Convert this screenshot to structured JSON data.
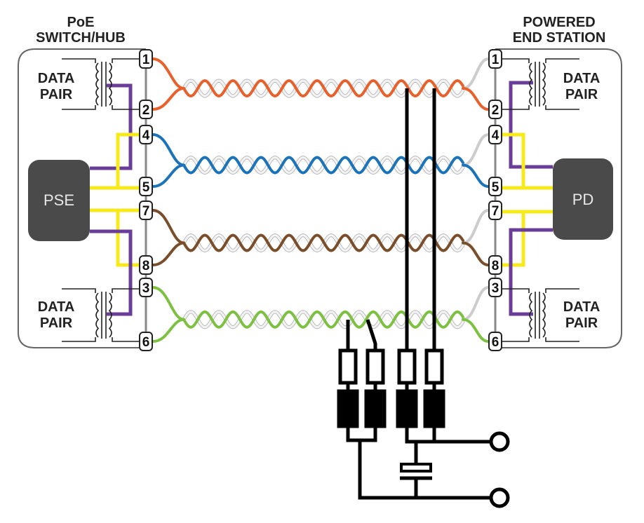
{
  "left_device": {
    "title_line1": "PoE",
    "title_line2": "SWITCH/HUB",
    "controller_label": "PSE",
    "data_pair_top": [
      "DATA",
      "PAIR"
    ],
    "data_pair_bottom": [
      "DATA",
      "PAIR"
    ]
  },
  "right_device": {
    "title_line1": "POWERED",
    "title_line2": "END STATION",
    "controller_label": "PD",
    "data_pair_top": [
      "DATA",
      "PAIR"
    ],
    "data_pair_bottom": [
      "DATA",
      "PAIR"
    ]
  },
  "pins": [
    "1",
    "2",
    "4",
    "5",
    "7",
    "8",
    "3",
    "6"
  ],
  "pairs": [
    {
      "name": "orange",
      "pins": [
        "1",
        "2"
      ],
      "color": "#e8612c"
    },
    {
      "name": "blue",
      "pins": [
        "4",
        "5"
      ],
      "color": "#1d73b8"
    },
    {
      "name": "brown",
      "pins": [
        "7",
        "8"
      ],
      "color": "#7a4e2a"
    },
    {
      "name": "green",
      "pins": [
        "3",
        "6"
      ],
      "color": "#7dc142"
    }
  ],
  "colors": {
    "power_yellow": "#f7ea1a",
    "power_purple": "#6a3d9a",
    "controller_fill": "#4a4a4a",
    "outline": "#555555"
  },
  "probe_circuit": {
    "components": [
      "resistor",
      "resistor",
      "resistor",
      "resistor",
      "inductor",
      "inductor",
      "inductor",
      "inductor",
      "capacitor"
    ],
    "terminals": 2
  }
}
